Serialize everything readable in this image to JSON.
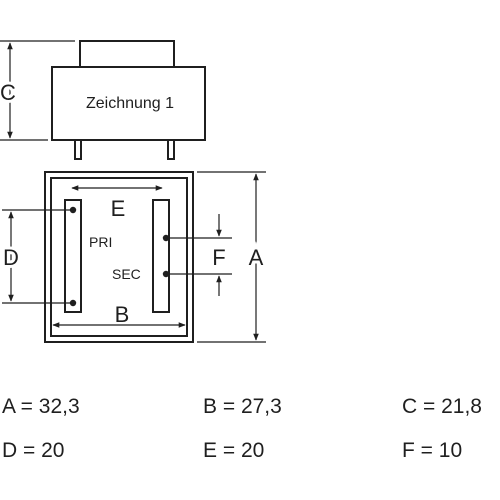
{
  "drawing": {
    "title": "Zeichnung 1",
    "labels": {
      "A": "A",
      "B": "B",
      "C": "C",
      "D": "D",
      "E": "E",
      "F": "F",
      "pri": "PRI",
      "sec": "SEC"
    },
    "line_color": "#1f1f1f",
    "fill_color": "#ffffff"
  },
  "dimensions": [
    {
      "label": "A = 32,3"
    },
    {
      "label": "B = 27,3"
    },
    {
      "label": "C = 21,8"
    },
    {
      "label": "D = 20"
    },
    {
      "label": "E = 20"
    },
    {
      "label": "F = 10"
    }
  ]
}
